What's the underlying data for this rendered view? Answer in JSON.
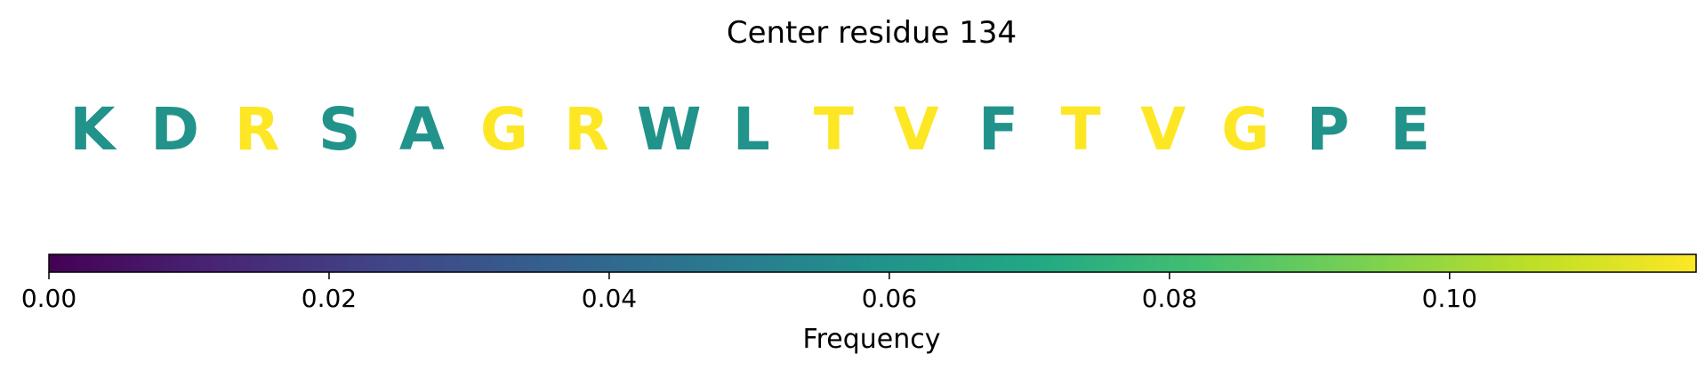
{
  "chart_data": {
    "type": "heatmap",
    "title": "Center residue 134",
    "colormap": "viridis",
    "letters": [
      {
        "residue": "K",
        "frequency": 0.06
      },
      {
        "residue": "D",
        "frequency": 0.06
      },
      {
        "residue": "R",
        "frequency": 0.118
      },
      {
        "residue": "S",
        "frequency": 0.06
      },
      {
        "residue": "A",
        "frequency": 0.06
      },
      {
        "residue": "G",
        "frequency": 0.118
      },
      {
        "residue": "R",
        "frequency": 0.118
      },
      {
        "residue": "W",
        "frequency": 0.06
      },
      {
        "residue": "L",
        "frequency": 0.06
      },
      {
        "residue": "T",
        "frequency": 0.118
      },
      {
        "residue": "V",
        "frequency": 0.118
      },
      {
        "residue": "F",
        "frequency": 0.06
      },
      {
        "residue": "T",
        "frequency": 0.118
      },
      {
        "residue": "V",
        "frequency": 0.118
      },
      {
        "residue": "G",
        "frequency": 0.118
      },
      {
        "residue": "P",
        "frequency": 0.06
      },
      {
        "residue": "E",
        "frequency": 0.06
      }
    ],
    "colorbar": {
      "label": "Frequency",
      "range": [
        0,
        0.1176
      ],
      "ticks": [
        0.0,
        0.02,
        0.04,
        0.06,
        0.08,
        0.1
      ],
      "tick_labels": [
        "0.00",
        "0.02",
        "0.04",
        "0.06",
        "0.08",
        "0.10"
      ]
    }
  }
}
